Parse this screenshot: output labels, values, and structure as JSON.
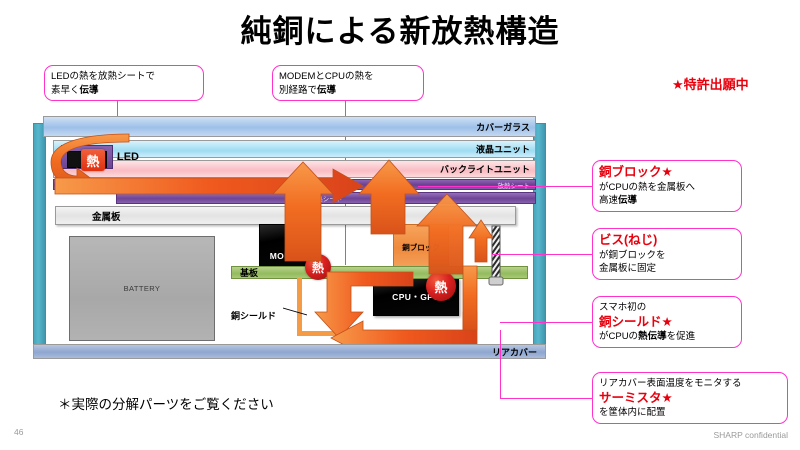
{
  "slide": {
    "title": "純銅による新放熱構造",
    "patent_badge": "★特許出願中",
    "footnote": "＊実際の分解パーツをご覧ください",
    "page_number": "46",
    "confidential": "SHARP confidential",
    "accent_pink": "#ff33cc",
    "accent_red": "#e8000d",
    "arrow_orange": "#f26d21"
  },
  "top_callouts": [
    {
      "line1": "LEDの熱を放熱シートで",
      "line2_plain": "素早く",
      "line2_bold": "伝導"
    },
    {
      "line1": "MODEMとCPUの熱を",
      "line2_plain": "別経路で",
      "line2_bold": "伝導"
    }
  ],
  "right_callouts": [
    {
      "heading": "銅ブロック★",
      "line1": "がCPUの熱を金属板へ",
      "line2_plain": "高速",
      "line2_bold": "伝導"
    },
    {
      "heading": "ビス(ねじ)",
      "line1": "が銅ブロックを",
      "line2_plain": "金属板に固定",
      "line2_bold": ""
    },
    {
      "pretext": "スマホ初の",
      "heading": "銅シールド★",
      "line1_pre": "がCPUの",
      "line1_bold": "熱伝導",
      "line1_post": "を促進"
    },
    {
      "pretext": "リアカバー表面温度をモニタする",
      "heading": "サーミスタ★",
      "line1": "を筐体内に配置"
    }
  ],
  "diagram": {
    "layers": [
      {
        "name": "cover-glass",
        "label": "カバーガラス"
      },
      {
        "name": "lcd-unit",
        "label": "液晶ユニット"
      },
      {
        "name": "backlight-unit",
        "label": "バックライトユニット"
      },
      {
        "name": "heat-sheet-top",
        "label": "放熱シート"
      },
      {
        "name": "heat-sheet-mid",
        "label": "放熱シート"
      },
      {
        "name": "metal-plate",
        "label": "金属板"
      },
      {
        "name": "rear-cover",
        "label": "リアカバー"
      }
    ],
    "components": {
      "led": "LED",
      "battery": "BATTERY",
      "modem": "MODEM",
      "cpu_gpu": "CPU・GPU",
      "board": "基板",
      "copper_block": "銅ブロック",
      "copper_shield": "銅シールド"
    },
    "heat_badges": {
      "led": "熱",
      "modem": "熱",
      "cpu": "熱"
    }
  }
}
